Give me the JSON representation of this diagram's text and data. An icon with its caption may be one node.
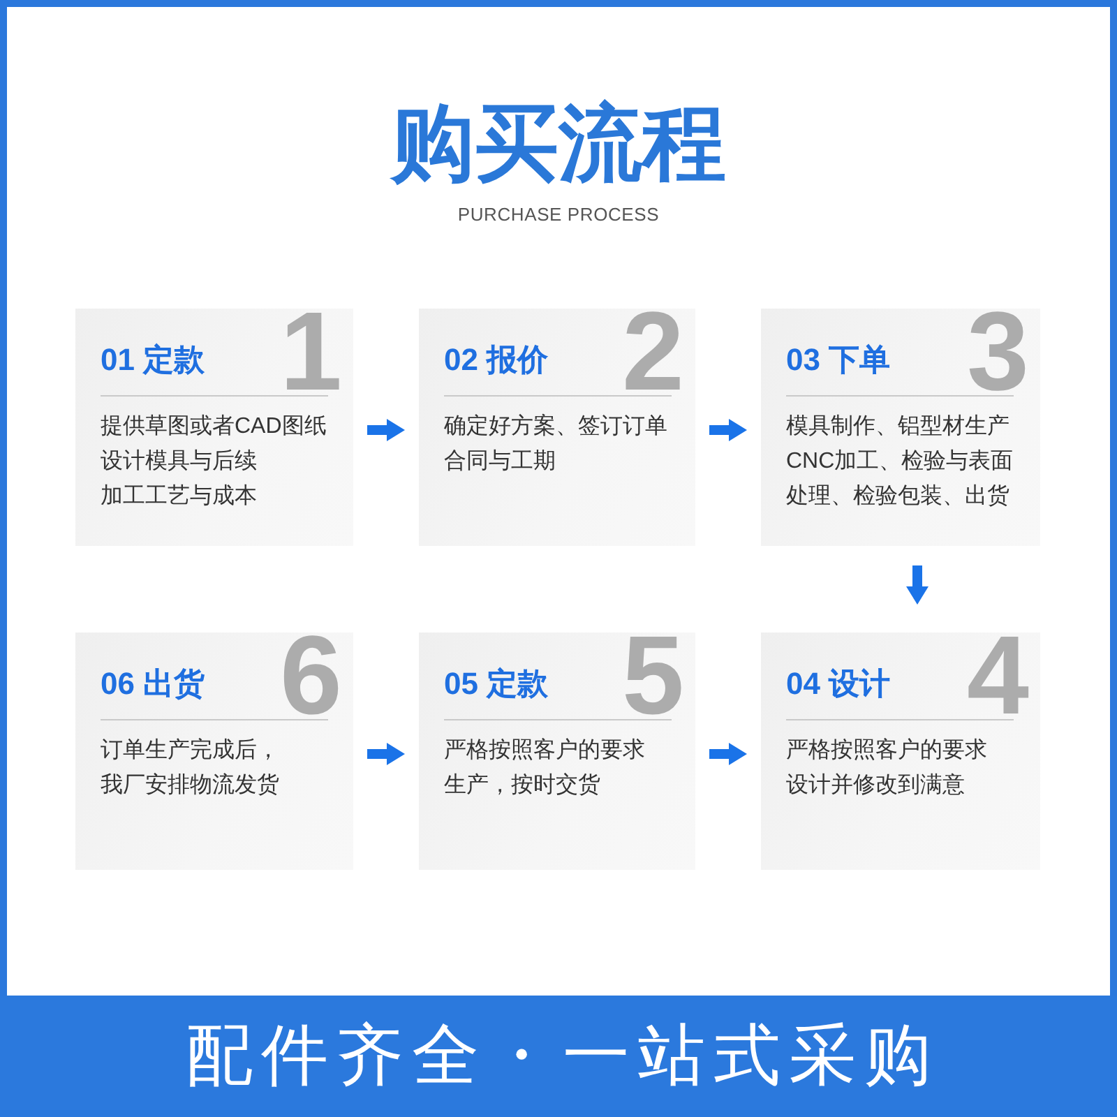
{
  "diagram": {
    "title": "购买流程",
    "nodes": [
      {
        "text": [
          "01 定款",
          "1",
          "提供草图或者CAD图纸设计模具与后续加工工艺与成本"
        ]
      },
      {
        "text": [
          "02 报价",
          "2",
          "确定好方案、签订订单合同与工期"
        ]
      },
      {
        "text": [
          "03 下单",
          "3",
          "模具制作、铝型材生产CNC加工、检验与表面处理、检验包装、出货"
        ]
      },
      {
        "text": [
          "06 出货",
          "6",
          "订单生产完成后，我厂安排物流发货"
        ]
      },
      {
        "text": [
          "05 定款",
          "5",
          "严格按照客户的要求生产，按时交货"
        ]
      },
      {
        "text": [
          "04 设计",
          "4",
          "严格按照客户的要求设计并修改到满意"
        ]
      },
      {
        "text": [
          "配件齐全・一站式采购"
        ]
      }
    ],
    "edges": [
      {
        "from": 0,
        "to": 1,
        "arrow": "to"
      },
      {
        "from": 1,
        "to": 2,
        "arrow": "to"
      },
      {
        "from": 2,
        "to": 5,
        "arrow": "to"
      },
      {
        "from": 3,
        "to": 4,
        "arrow": "to"
      },
      {
        "from": 4,
        "to": 5,
        "arrow": "to"
      }
    ],
    "labels": [
      "PURCHASE PROCESS"
    ]
  }
}
